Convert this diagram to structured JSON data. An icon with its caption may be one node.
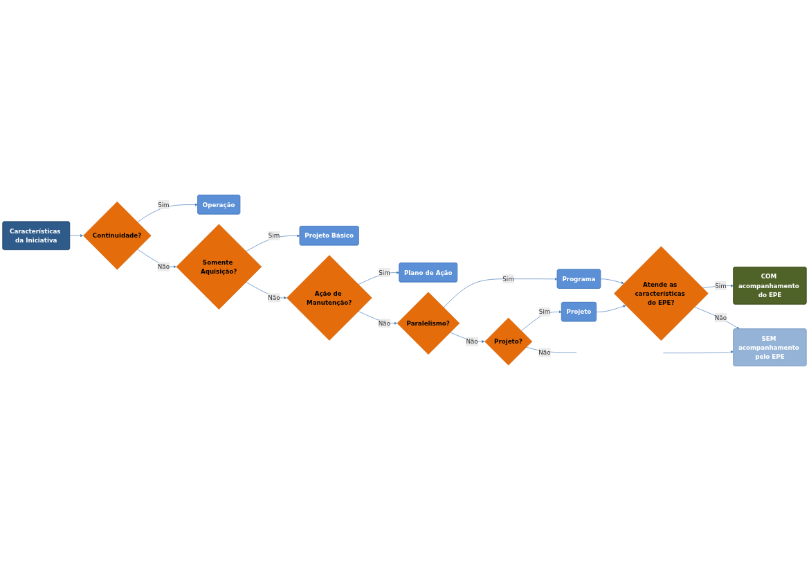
{
  "diagram": {
    "nodes": [
      {
        "text": [
          "Características da Iniciativa"
        ]
      },
      {
        "text": [
          "Continuidade?"
        ]
      },
      {
        "text": [
          "Operação"
        ]
      },
      {
        "text": [
          "Somente Aquisição?"
        ]
      },
      {
        "text": [
          "Projeto Básico"
        ]
      },
      {
        "text": [
          "Ação de Manutenção?"
        ]
      },
      {
        "text": [
          "Plano de Ação"
        ]
      },
      {
        "text": [
          "Paralelismo?"
        ]
      },
      {
        "text": [
          "Programa"
        ]
      },
      {
        "text": [
          "Projeto?"
        ]
      },
      {
        "text": [
          "Projeto"
        ]
      },
      {
        "text": [
          "Atende as características do EPE?"
        ]
      },
      {
        "text": [
          "COM acompanhamento do EPE"
        ]
      },
      {
        "text": [
          "SEM acompanhamento pelo EPE"
        ]
      }
    ],
    "edges": [
      {
        "from": 0,
        "to": 1,
        "arrow": "to"
      },
      {
        "from": 1,
        "to": 2,
        "label": "Sim",
        "arrow": "to"
      },
      {
        "from": 1,
        "to": 3,
        "label": "Não",
        "arrow": "to"
      },
      {
        "from": 3,
        "to": 4,
        "label": "Sim",
        "arrow": "to"
      },
      {
        "from": 3,
        "to": 5,
        "label": "Não",
        "arrow": "to"
      },
      {
        "from": 5,
        "to": 6,
        "label": "Sim",
        "arrow": "to"
      },
      {
        "from": 5,
        "to": 7,
        "label": "Não",
        "arrow": "to"
      },
      {
        "from": 7,
        "to": 8,
        "label": "Sim",
        "arrow": "to"
      },
      {
        "from": 7,
        "to": 9,
        "label": "Não",
        "arrow": "to"
      },
      {
        "from": 9,
        "to": 10,
        "label": "Sim",
        "arrow": "to"
      },
      {
        "from": 9,
        "to": null,
        "label": "Não",
        "arrow": "none"
      },
      {
        "from": 8,
        "to": 11,
        "arrow": "to"
      },
      {
        "from": 10,
        "to": 11,
        "arrow": "to"
      },
      {
        "from": 11,
        "to": 12,
        "label": "Sim",
        "arrow": "to"
      },
      {
        "from": 11,
        "to": 13,
        "label": "Não",
        "arrow": "to"
      },
      {
        "from": null,
        "to": 13,
        "arrow": "to"
      }
    ]
  }
}
